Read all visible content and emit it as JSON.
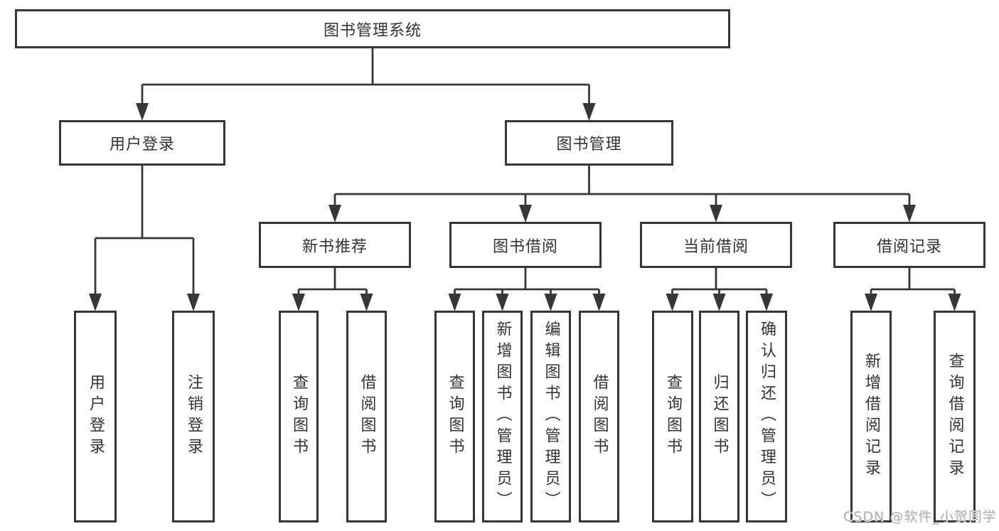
{
  "tree": {
    "root": {
      "label": "图书管理系统"
    },
    "children": [
      {
        "label": "用户登录",
        "children": [
          {
            "label": "用户登录"
          },
          {
            "label": "注销登录"
          }
        ]
      },
      {
        "label": "图书管理",
        "children": [
          {
            "label": "新书推荐",
            "children": [
              {
                "label": "查询图书"
              },
              {
                "label": "借阅图书"
              }
            ]
          },
          {
            "label": "图书借阅",
            "children": [
              {
                "label": "查询图书"
              },
              {
                "label": "新增图书（管理员）"
              },
              {
                "label": "编辑图书（管理员）"
              },
              {
                "label": "借阅图书"
              }
            ]
          },
          {
            "label": "当前借阅",
            "children": [
              {
                "label": "查询图书"
              },
              {
                "label": "归还图书"
              },
              {
                "label": "确认归还（管理员）"
              }
            ]
          },
          {
            "label": "借阅记录",
            "children": [
              {
                "label": "新增借阅记录"
              },
              {
                "label": "查询借阅记录"
              }
            ]
          }
        ]
      }
    ]
  },
  "watermark": "CSDN @软件_小贺同学",
  "colors": {
    "line": "#373737",
    "text": "#333333",
    "watermark": "#b3b3b5",
    "background": "#ffffff"
  }
}
